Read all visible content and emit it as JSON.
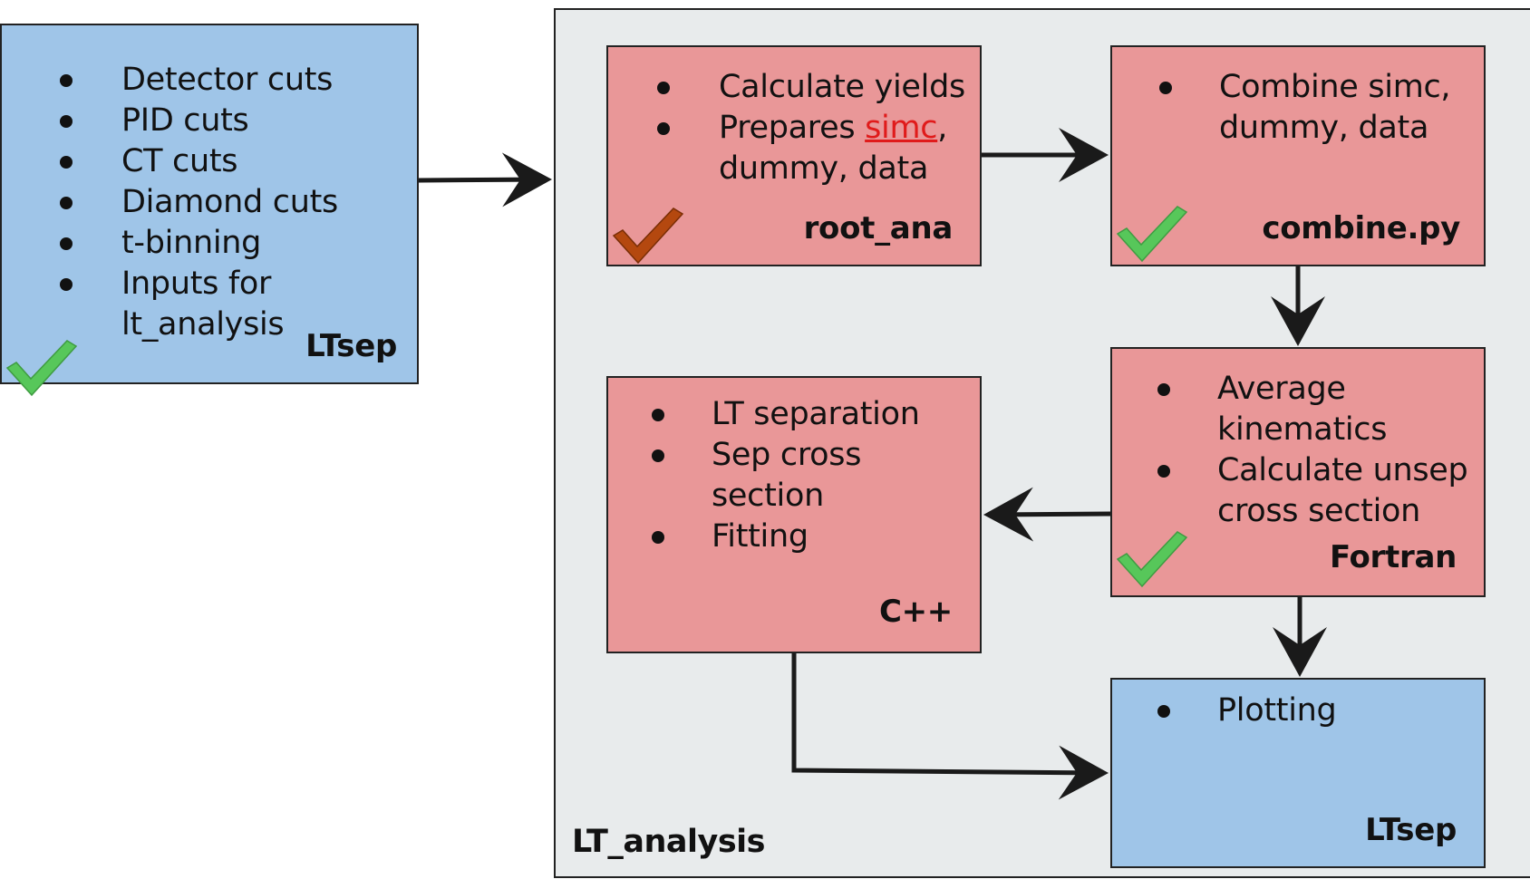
{
  "colors": {
    "red_box": "#e99798",
    "blue_box": "#9fc5e8",
    "container": "#e8ebec",
    "check_green": "#57c75a",
    "check_orange": "#b4480f",
    "link_red": "#e01b1b"
  },
  "ltsep_pre": {
    "items": [
      "Detector cuts",
      "PID cuts",
      "CT cuts",
      "Diamond cuts",
      "t-binning",
      "Inputs for\nlt_analysis"
    ],
    "label": "LTsep",
    "check_icon": "green-checkmark-icon"
  },
  "lt_analysis": {
    "label": "LT_analysis"
  },
  "root_ana": {
    "item1": "Calculate yields",
    "item2_before": "Prepares ",
    "item2_link": "simc",
    "item2_after": ",\ndummy, data",
    "label": "root_ana",
    "check_icon": "orange-checkmark-icon"
  },
  "combine": {
    "items": [
      "Combine simc,\ndummy, data"
    ],
    "label": "combine.py",
    "check_icon": "green-checkmark-icon"
  },
  "fortran": {
    "items": [
      "Average\nkinematics",
      "Calculate unsep\ncross section"
    ],
    "label": "Fortran",
    "check_icon": "green-checkmark-icon"
  },
  "cpp": {
    "items": [
      "LT separation",
      "Sep cross\nsection",
      "Fitting"
    ],
    "label": "C++"
  },
  "ltsep_post": {
    "items": [
      "Plotting"
    ],
    "label": "LTsep"
  }
}
